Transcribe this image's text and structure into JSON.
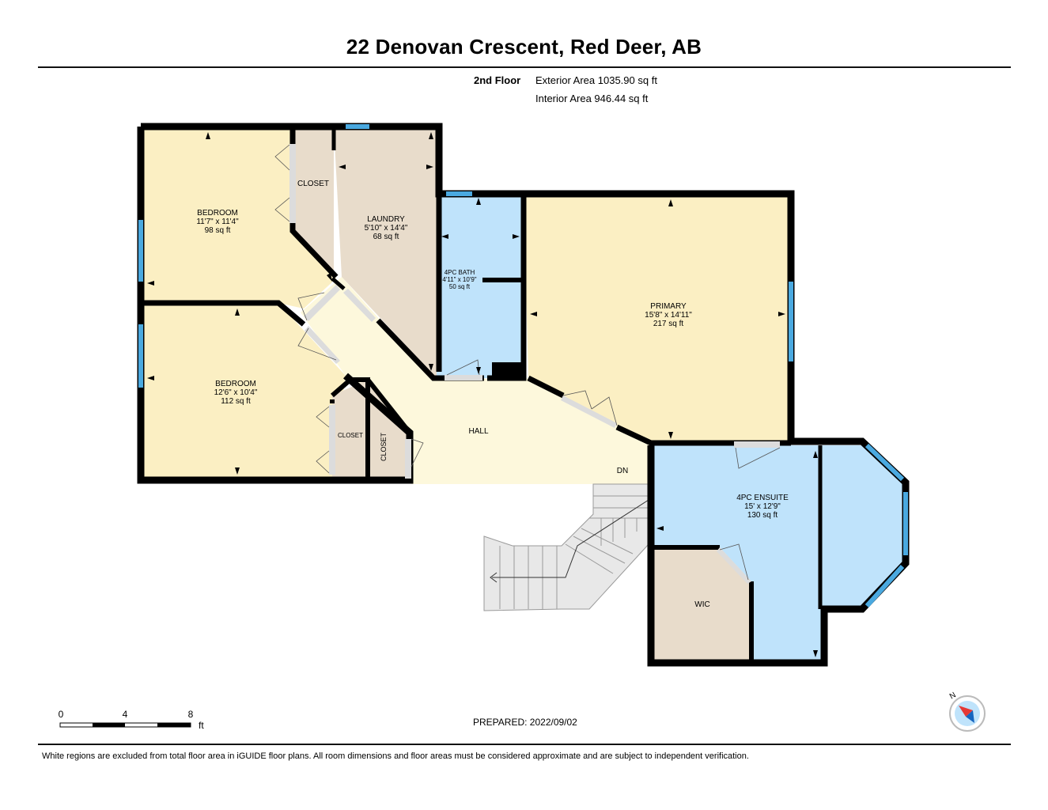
{
  "header": {
    "title": "22 Denovan Crescent, Red Deer, AB",
    "floor": "2nd Floor",
    "exterior_area": "Exterior Area 1035.90 sq ft",
    "interior_area": "Interior Area 946.44 sq ft"
  },
  "rooms": {
    "bedroom1": {
      "name": "BEDROOM",
      "dims": "11'7\" x 11'4\"",
      "area": "98 sq ft"
    },
    "closet1": {
      "name": "CLOSET"
    },
    "laundry": {
      "name": "LAUNDRY",
      "dims": "5'10\" x 14'4\"",
      "area": "68 sq ft"
    },
    "bath": {
      "name": "4PC BATH",
      "dims": "4'11\" x 10'9\"",
      "area": "50 sq ft"
    },
    "primary": {
      "name": "PRIMARY",
      "dims": "15'8\" x 14'11\"",
      "area": "217 sq ft"
    },
    "bedroom2": {
      "name": "BEDROOM",
      "dims": "12'6\" x 10'4\"",
      "area": "112 sq ft"
    },
    "closet2": {
      "name": "CLOSET"
    },
    "closet3": {
      "name": "CLOSET"
    },
    "hall": {
      "name": "HALL"
    },
    "stairs": {
      "name": "DN"
    },
    "ensuite": {
      "name": "4PC ENSUITE",
      "dims": "15' x 12'9\"",
      "area": "130 sq ft"
    },
    "wic": {
      "name": "WIC"
    }
  },
  "scale": {
    "ticks": [
      "0",
      "4",
      "8"
    ],
    "unit": "ft"
  },
  "compass": {
    "label": "N"
  },
  "prepared": "PREPARED: 2022/09/02",
  "footer": "White regions are excluded from total floor area in iGUIDE floor plans. All room dimensions and floor areas must be considered approximate and are subject to independent verification.",
  "colors": {
    "bedroom": "#fbefc3",
    "closet": "#e8dccb",
    "bath": "#bfe3fb",
    "hall": "#fdf8dc",
    "stairs": "#e6e6e6",
    "wall": "#000000",
    "window": "#4aa9e0"
  }
}
